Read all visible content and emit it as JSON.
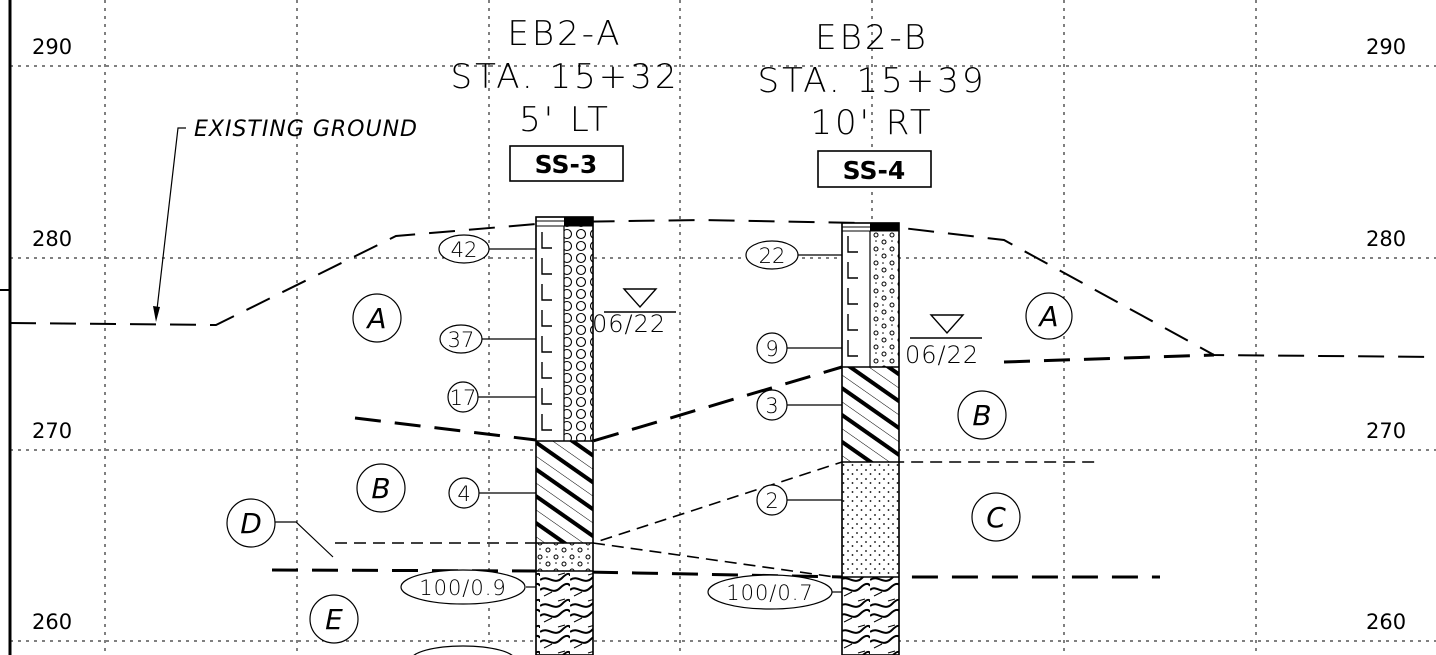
{
  "elevation_labels": {
    "left": [
      "290",
      "280",
      "270",
      "260"
    ],
    "right": [
      "290",
      "280",
      "270",
      "260"
    ]
  },
  "existing_ground_label": "EXISTING GROUND",
  "borings": [
    {
      "id": "EB2-A",
      "station": "STA. 15+32",
      "offset": "5' LT",
      "sample_tag": "SS-3",
      "water_level_date": "06/22",
      "blow_counts": [
        "42",
        "37",
        "17",
        "4",
        "100/0.9"
      ]
    },
    {
      "id": "EB2-B",
      "station": "STA. 15+39",
      "offset": "10' RT",
      "sample_tag": "SS-4",
      "water_level_date": "06/22",
      "blow_counts": [
        "22",
        "9",
        "3",
        "2",
        "100/0.7"
      ]
    }
  ],
  "strata_labels": {
    "a_left": "A",
    "a_right": "A",
    "b_left": "B",
    "b_right": "B",
    "c": "C",
    "d": "D",
    "e": "E"
  }
}
